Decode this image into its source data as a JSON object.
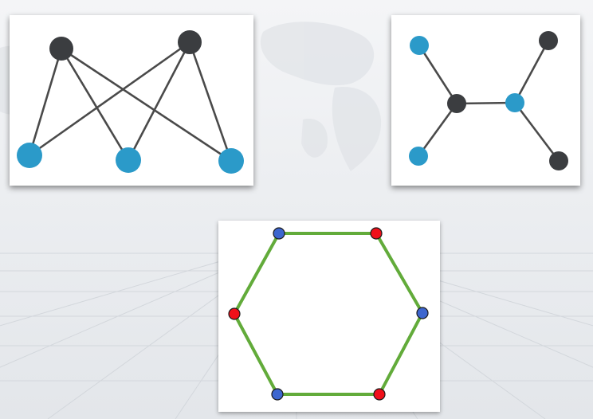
{
  "diagrams": [
    {
      "id": "bipartite",
      "nodes": [
        {
          "name": "top-left",
          "group": "dark"
        },
        {
          "name": "top-right",
          "group": "dark"
        },
        {
          "name": "bottom-left",
          "group": "blue"
        },
        {
          "name": "bottom-middle",
          "group": "blue"
        },
        {
          "name": "bottom-right",
          "group": "blue"
        }
      ],
      "edges": [
        [
          0,
          2
        ],
        [
          0,
          3
        ],
        [
          0,
          4
        ],
        [
          1,
          2
        ],
        [
          1,
          3
        ],
        [
          1,
          4
        ]
      ]
    },
    {
      "id": "tree",
      "nodes": [
        {
          "name": "upper-left-leaf",
          "group": "blue"
        },
        {
          "name": "lower-left-leaf",
          "group": "blue"
        },
        {
          "name": "left-hub",
          "group": "dark"
        },
        {
          "name": "right-hub",
          "group": "blue"
        },
        {
          "name": "upper-right-leaf",
          "group": "dark"
        },
        {
          "name": "lower-right-leaf",
          "group": "dark"
        }
      ],
      "edges": [
        [
          0,
          2
        ],
        [
          1,
          2
        ],
        [
          2,
          3
        ],
        [
          3,
          4
        ],
        [
          3,
          5
        ]
      ]
    },
    {
      "id": "hexagon-cycle",
      "nodes": [
        {
          "name": "top-left",
          "group": "blue"
        },
        {
          "name": "top-right",
          "group": "red"
        },
        {
          "name": "right",
          "group": "blue"
        },
        {
          "name": "bottom-right",
          "group": "red"
        },
        {
          "name": "bottom-left",
          "group": "blue"
        },
        {
          "name": "left",
          "group": "red"
        }
      ],
      "edges": [
        [
          0,
          1
        ],
        [
          1,
          2
        ],
        [
          2,
          3
        ],
        [
          3,
          4
        ],
        [
          4,
          5
        ],
        [
          5,
          0
        ]
      ]
    }
  ],
  "colors": {
    "dark_node": "#3b3d40",
    "blue_node": "#2b9ac9",
    "dark_edge": "#4a4a4a",
    "hex_edge": "#62ab3a",
    "hex_blue": "#3d66cf",
    "hex_red": "#f0101a",
    "hex_outline": "#1a1a1a"
  }
}
